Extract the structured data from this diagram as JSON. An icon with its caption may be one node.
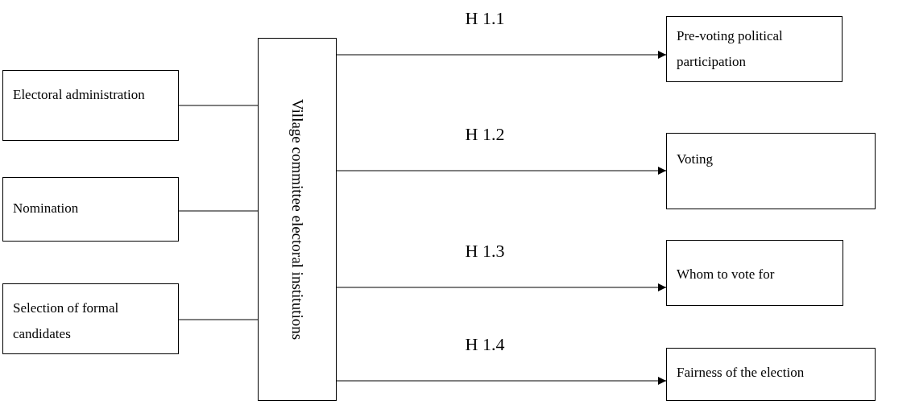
{
  "diagram": {
    "nodes": [
      {
        "text": [
          "Electoral administration"
        ]
      },
      {
        "text": [
          "Nomination"
        ]
      },
      {
        "text": [
          "Selection of formal candidates"
        ]
      },
      {
        "text": [
          "Village committee electoral institutions"
        ]
      },
      {
        "text": [
          "Pre-voting political participation"
        ]
      },
      {
        "text": [
          "Voting"
        ]
      },
      {
        "text": [
          "Whom to vote for"
        ]
      },
      {
        "text": [
          "Fairness of the election"
        ]
      }
    ],
    "edges": [
      {
        "from": 0,
        "to": 3,
        "arrow": "none"
      },
      {
        "from": 1,
        "to": 3,
        "arrow": "none"
      },
      {
        "from": 2,
        "to": 3,
        "arrow": "none"
      },
      {
        "from": 3,
        "to": 4,
        "arrow": "to",
        "label": "H 1.1"
      },
      {
        "from": 3,
        "to": 5,
        "arrow": "to",
        "label": "H 1.2"
      },
      {
        "from": 3,
        "to": 6,
        "arrow": "to",
        "label": "H 1.3"
      },
      {
        "from": 3,
        "to": 7,
        "arrow": "to",
        "label": "H 1.4"
      }
    ]
  }
}
